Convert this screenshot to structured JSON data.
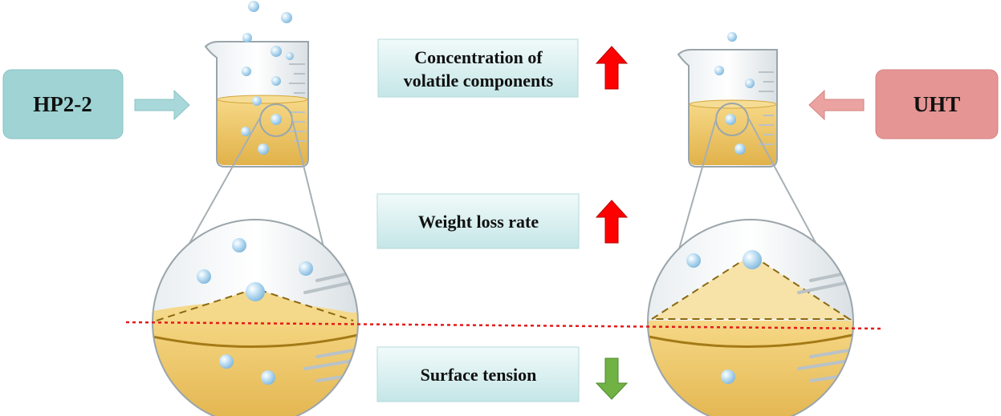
{
  "left_sample": {
    "label": "HP2-2",
    "box_color": "#9fd3d4",
    "arrow_color": "#9fd3d4"
  },
  "right_sample": {
    "label": "UHT",
    "box_color": "#e59593",
    "arrow_color": "#e59593"
  },
  "properties": [
    {
      "lines": [
        "Concentration of",
        "volatile components"
      ],
      "trend": "up",
      "trend_color": "#ff0000"
    },
    {
      "lines": [
        "Weight loss rate"
      ],
      "trend": "up",
      "trend_color": "#ff0000"
    },
    {
      "lines": [
        "Surface tension"
      ],
      "trend": "down",
      "trend_color": "#70b244"
    }
  ],
  "colors": {
    "liquid": "#f1cd72",
    "liquid_dark": "#d7a737",
    "bubble": "#a9d3ee",
    "reference_line": "#e31b1b",
    "surface_outline": "#8b6914"
  },
  "icons": {
    "beaker": "beaker-icon",
    "bubble": "bubble-icon",
    "magnifier": "magnifier-circle"
  }
}
